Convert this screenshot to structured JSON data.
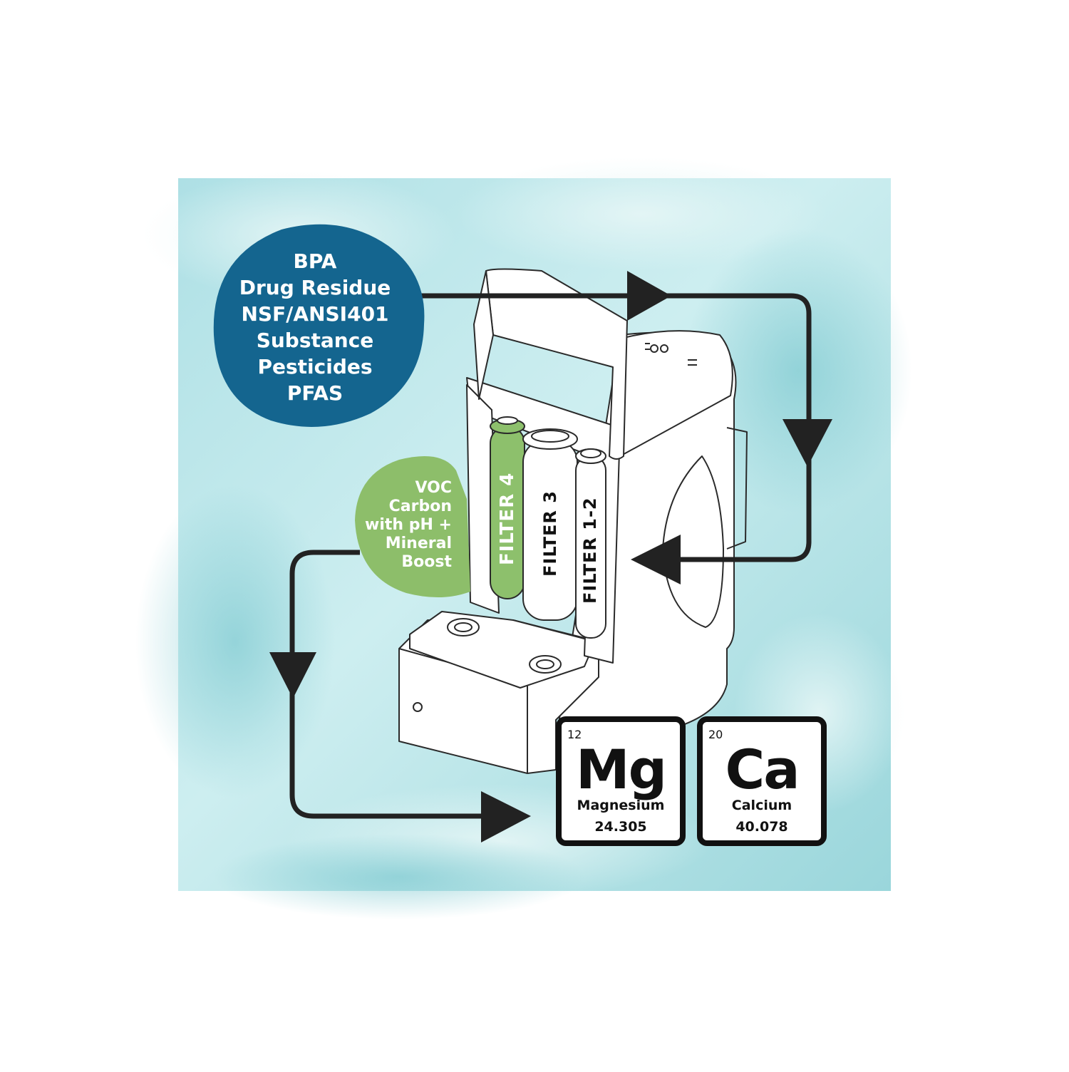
{
  "colors": {
    "background_teal_light": "#bfe6ea",
    "background_teal_mid": "#8fd0d6",
    "blue_blob": "#14658f",
    "green_blob": "#8dbe6a",
    "filter4_green": "#8dc06c",
    "arrow": "#222222",
    "device_outline": "#2a2a2a"
  },
  "contaminants_blob": {
    "lines": [
      "BPA",
      "Drug Residue",
      "NSF/ANSI401",
      "Substance",
      "Pesticides",
      "PFAS"
    ]
  },
  "mineral_blob": {
    "lines": [
      "VOC",
      "Carbon",
      "with pH +",
      "Mineral",
      "Boost"
    ]
  },
  "filters": [
    {
      "label": "FILTER 4"
    },
    {
      "label": "FILTER 3"
    },
    {
      "label": "FILTER 1-2"
    }
  ],
  "elements": [
    {
      "number": "12",
      "symbol": "Mg",
      "name": "Magnesium",
      "mass": "24.305"
    },
    {
      "number": "20",
      "symbol": "Ca",
      "name": "Calcium",
      "mass": "40.078"
    }
  ]
}
